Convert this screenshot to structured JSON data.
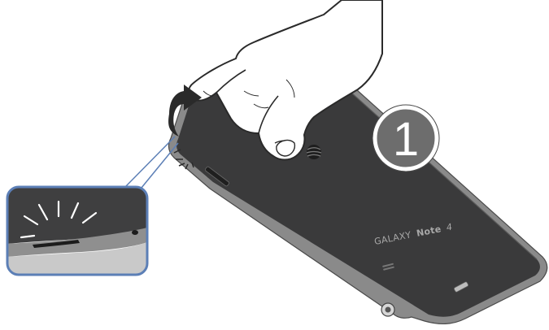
{
  "step": {
    "number": "1"
  },
  "device": {
    "brand": "GALAXY",
    "model": "Note",
    "model_number": "4"
  },
  "colors": {
    "phone_back": "#3a3a3b",
    "phone_rim": "#8c8c8c",
    "badge_fill": "#6d6d6d",
    "badge_border": "#ffffff",
    "callout_border": "#5c7fb6",
    "callout_fill": "#c9c9c9",
    "arrow": "#2a2a2a"
  },
  "icons": {
    "carrier_logo": "att-globe-icon",
    "lift_arrow": "curved-arrow-icon",
    "snap_lines": "snap-burst-icon"
  }
}
